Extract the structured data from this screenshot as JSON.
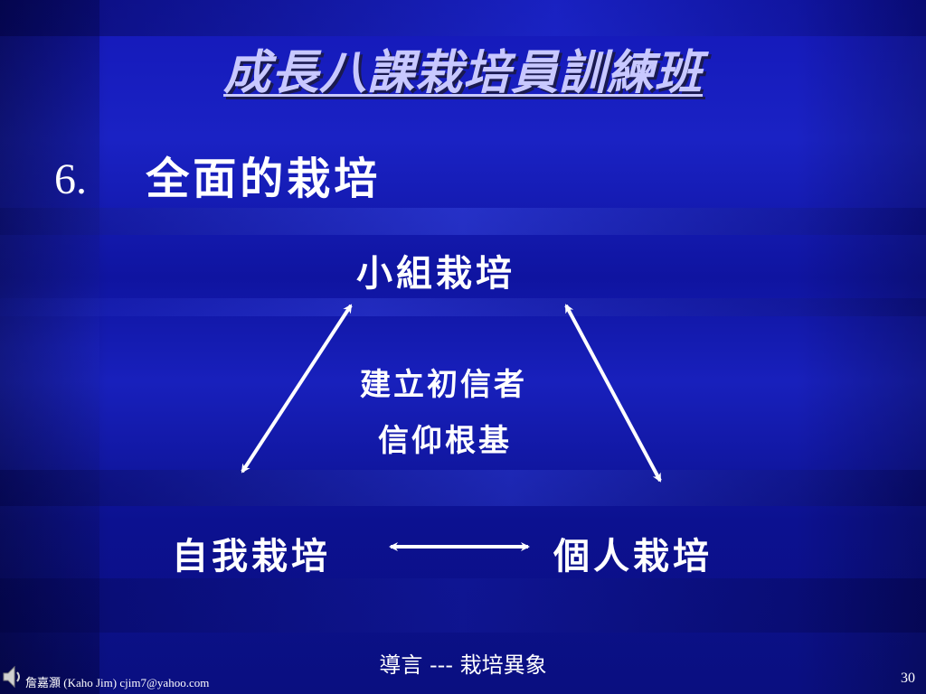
{
  "slide": {
    "title": "成長八課栽培員訓練班",
    "heading_number": "6.",
    "heading_text": "全面的栽培",
    "diagram": {
      "top_node": "小組栽培",
      "left_node": "自我栽培",
      "right_node": "個人栽培",
      "center_line_1": "建立初信者",
      "center_line_2": "信仰根基"
    },
    "footer_center": "導言 --- 栽培異象",
    "footer_author": "詹嘉灝 (Kaho Jim)  cjim7@yahoo.com",
    "page_number": "30",
    "speaker_icon": "speaker-icon"
  },
  "colors": {
    "background": "#0d0f8a",
    "title": "#c8c8ff",
    "text": "#ffffff"
  }
}
